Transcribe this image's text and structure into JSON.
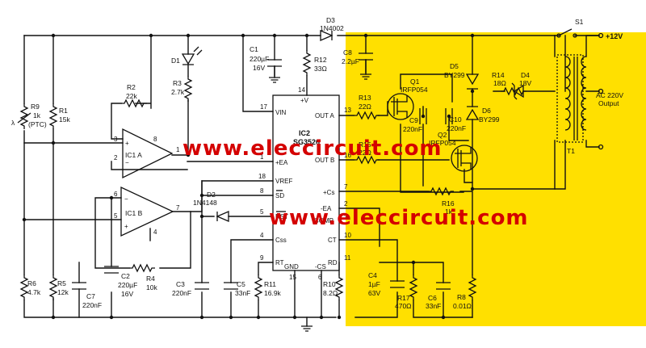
{
  "watermark": "www.eleccircuit.com",
  "colors": {
    "highlight": "#ffe000",
    "watermark": "#d40000",
    "ink": "#111111"
  },
  "ic2": {
    "name": "IC2",
    "part": "SG3526",
    "pins": {
      "vin": "VIN",
      "v": "+V",
      "outa": "OUT A",
      "outb": "OUT B",
      "ea_p": "+EA",
      "vref": "VREF",
      "sd": "SD",
      "ea_n": "-EA",
      "rst": "RST",
      "comp": "COMP",
      "css": "Css",
      "ct": "CT",
      "rt": "RT",
      "gnd": "GND",
      "cs_n": "-CS",
      "rd": "RD",
      "cs_p": "+Cs"
    },
    "nums": {
      "p17": "17",
      "p14": "14",
      "p13": "13",
      "p16": "16",
      "p1": "1",
      "p18": "18",
      "p8": "8",
      "p2": "2",
      "p5": "5",
      "p3": "3",
      "p4": "4",
      "p10": "10",
      "p9": "9",
      "p15": "15",
      "p6": "6",
      "p11": "11",
      "p7": "7"
    }
  },
  "ic1a": {
    "name": "IC1 A",
    "p3": "3",
    "p2": "2",
    "p1": "1",
    "p8": "8"
  },
  "ic1b": {
    "name": "IC1 B",
    "p6": "6",
    "p5": "5",
    "p7": "7",
    "p4": "4"
  },
  "parts": {
    "d3": {
      "ref": "D3",
      "val": "1N4002"
    },
    "s1": {
      "ref": "S1"
    },
    "supply": "+12V",
    "c1": {
      "ref": "C1",
      "val": "220µF",
      "v": "16V"
    },
    "r12": {
      "ref": "R12",
      "val": "33Ω"
    },
    "c8": {
      "ref": "C8",
      "val": "2.2µF"
    },
    "d1": {
      "ref": "D1"
    },
    "r3": {
      "ref": "R3",
      "val": "2.7k"
    },
    "r2": {
      "ref": "R2",
      "val": "22k"
    },
    "r9": {
      "ref": "R9",
      "val": "1k",
      "sub": "(PTC)",
      "sym": "λ"
    },
    "r1": {
      "ref": "R1",
      "val": "15k"
    },
    "q1": {
      "ref": "Q1",
      "val": "IRFP054"
    },
    "q2": {
      "ref": "Q2",
      "val": "IRFP054"
    },
    "r13": {
      "ref": "R13",
      "val": "22Ω"
    },
    "r15": {
      "ref": "R15",
      "val": "22Ω"
    },
    "c9": {
      "ref": "C9",
      "val": "220nF"
    },
    "c10": {
      "ref": "C10",
      "val": "220nF"
    },
    "d5": {
      "ref": "D5",
      "val": "BY299"
    },
    "d6": {
      "ref": "D6",
      "val": "BY299"
    },
    "r14": {
      "ref": "R14",
      "val": "18Ω"
    },
    "d4": {
      "ref": "D4",
      "val": "18V"
    },
    "t1": {
      "ref": "T1"
    },
    "ac_out": {
      "l1": "AC 220V",
      "l2": "Output"
    },
    "r16": {
      "ref": "R16",
      "val": "1k"
    },
    "d2": {
      "ref": "D2",
      "val": "1N4148"
    },
    "r6": {
      "ref": "R6",
      "val": "4.7k"
    },
    "r5": {
      "ref": "R5",
      "val": "12k"
    },
    "c7": {
      "ref": "C7",
      "val": "220nF"
    },
    "c2": {
      "ref": "C2",
      "val": "220µF",
      "v": "16V"
    },
    "r4": {
      "ref": "R4",
      "val": "10k"
    },
    "c3": {
      "ref": "C3",
      "val": "220nF"
    },
    "c5": {
      "ref": "C5",
      "val": "33nF"
    },
    "r11": {
      "ref": "R11",
      "val": "16.9k"
    },
    "r10": {
      "ref": "R10",
      "val": "8.2Ω"
    },
    "c4": {
      "ref": "C4",
      "val": "1µF",
      "v": "63V"
    },
    "r17": {
      "ref": "R17",
      "val": "470Ω"
    },
    "c6": {
      "ref": "C6",
      "val": "33nF"
    },
    "r8": {
      "ref": "R8",
      "val": "0.01Ω"
    }
  }
}
